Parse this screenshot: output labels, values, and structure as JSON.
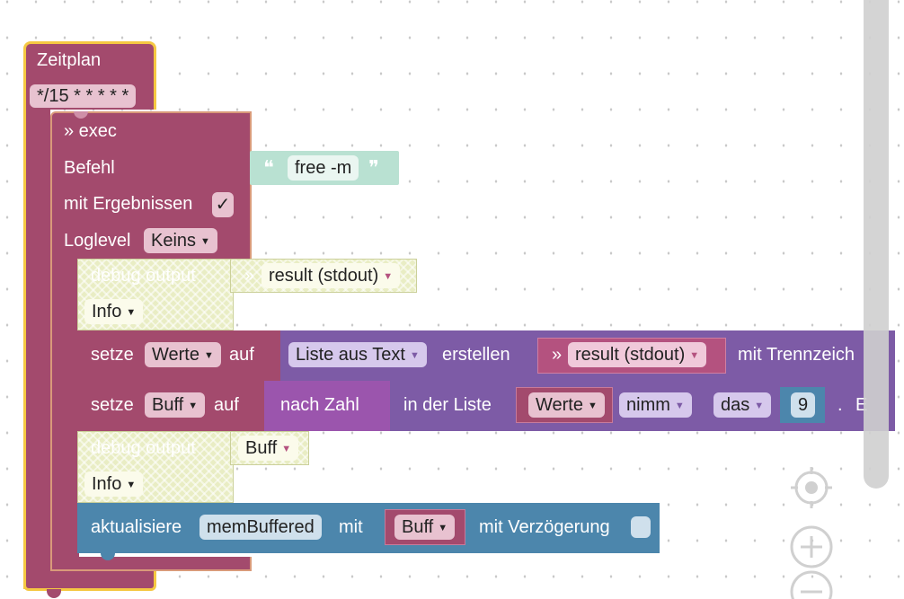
{
  "schedule": {
    "title": "Zeitplan",
    "cron": "*/15 * * * * *"
  },
  "exec": {
    "title": "» exec",
    "command_label": "Befehl",
    "command_value": "free -m",
    "results_label": "mit Ergebnissen",
    "results_checked": "✓",
    "loglevel_label": "Loglevel",
    "loglevel_value": "Keins"
  },
  "debug1": {
    "label": "debug output",
    "arrow_text": "»",
    "value": "result (stdout)",
    "level": "Info"
  },
  "set1": {
    "set_label": "setze",
    "var": "Werte",
    "on_label": "auf",
    "list_from_text": "Liste aus Text",
    "create_label": "erstellen",
    "arrow_text": "»",
    "source": "result (stdout)",
    "separator_label": "mit Trennzeich"
  },
  "set2": {
    "set_label": "setze",
    "var": "Buff",
    "on_label": "auf",
    "to_number": "nach Zahl",
    "in_list": "in der Liste",
    "list_var": "Werte",
    "take": "nimm",
    "the": "das",
    "index": "9",
    "dot": ".",
    "trailing": "E"
  },
  "debug2": {
    "label": "debug output",
    "value": "Buff",
    "level": "Info"
  },
  "update": {
    "label": "aktualisiere",
    "state": "memBuffered",
    "with_label": "mit",
    "value": "Buff",
    "delay_label": "mit Verzögerung"
  },
  "colors": {
    "pink": "#a34a6d",
    "purple": "#7d5ba6",
    "blue": "#4c86ac",
    "mint": "#b9e1d2",
    "hatch": "#e9edc4",
    "highlight": "#f5c842"
  }
}
